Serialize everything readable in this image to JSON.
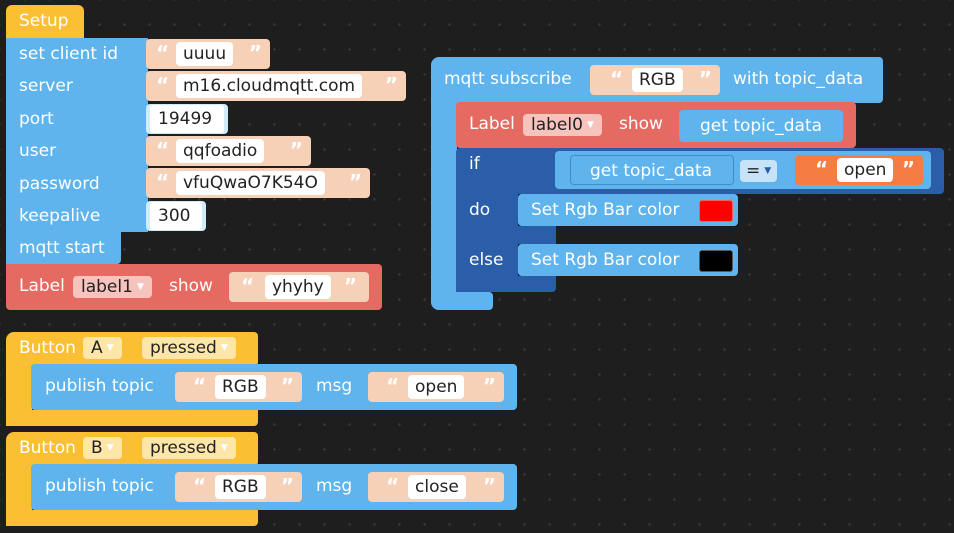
{
  "setup": {
    "title": "Setup",
    "rows": [
      {
        "label": "set client id",
        "value": "uuuu"
      },
      {
        "label": "server",
        "value": "m16.cloudmqtt.com"
      },
      {
        "label": "port",
        "value": "19499"
      },
      {
        "label": "user",
        "value": "qqfoadio"
      },
      {
        "label": "password",
        "value": "vfuQwaO7K54O"
      },
      {
        "label": "keepalive",
        "value": "300"
      }
    ],
    "mqtt_start": "mqtt start",
    "label_block": {
      "label": "Label",
      "target": "label1",
      "show": "show",
      "text": "yhyhy"
    }
  },
  "subscribe": {
    "title": "mqtt subscribe",
    "topic": "RGB",
    "with": "with topic_data",
    "label_block": {
      "label": "Label",
      "target": "label0",
      "show": "show",
      "getter": "get topic_data"
    },
    "if_label": "if",
    "condition": {
      "getter": "get topic_data",
      "op": "=",
      "value": "open"
    },
    "do_label": "do",
    "else_label": "else",
    "do_action": {
      "text": "Set Rgb Bar color",
      "color": "#ff0000"
    },
    "else_action": {
      "text": "Set Rgb Bar color",
      "color": "#000000"
    }
  },
  "buttonA": {
    "label": "Button",
    "button": "A",
    "event": "pressed",
    "publish": {
      "label": "publish topic",
      "topic": "RGB",
      "msg_label": "msg",
      "msg": "open"
    }
  },
  "buttonB": {
    "label": "Button",
    "button": "B",
    "event": "pressed",
    "publish": {
      "label": "publish topic",
      "topic": "RGB",
      "msg_label": "msg",
      "msg": "close"
    }
  },
  "quote_open": "“",
  "quote_close": "”",
  "dropdown_arrow": "▼"
}
